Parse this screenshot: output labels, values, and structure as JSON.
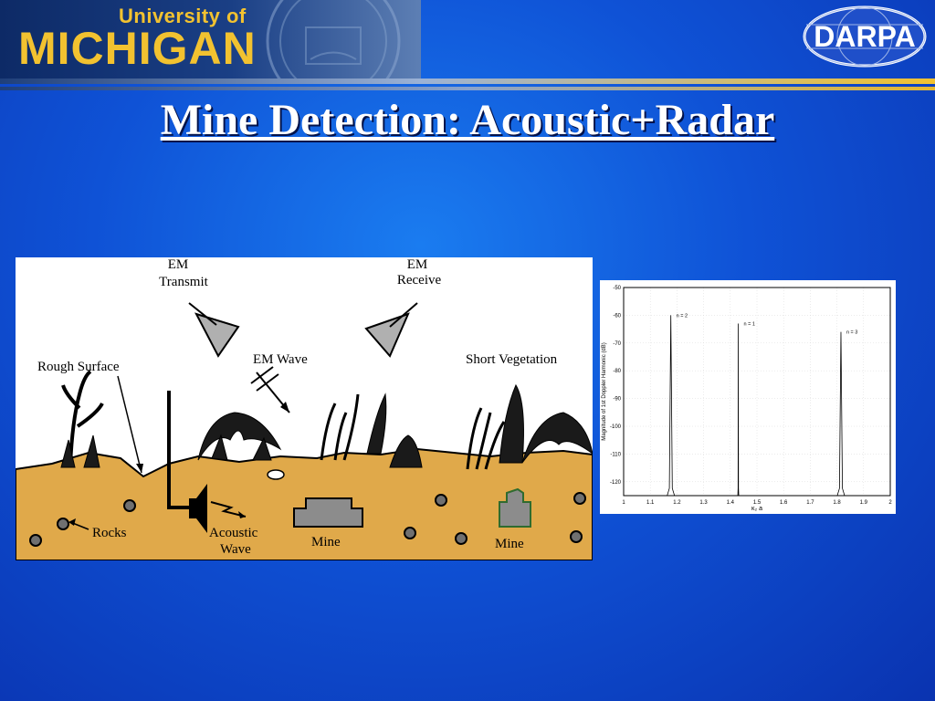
{
  "header": {
    "university_small": "University of",
    "university_big": "MICHIGAN",
    "darpa_logo": "DARPA"
  },
  "slide": {
    "title": "Mine Detection: Acoustic+Radar"
  },
  "scene": {
    "labels": {
      "em_transmit_1": "EM",
      "em_transmit_2": "Transmit",
      "em_receive_1": "EM",
      "em_receive_2": "Receive",
      "em_wave": "EM Wave",
      "rough_surface": "Rough Surface",
      "short_vegetation": "Short Vegetation",
      "rocks": "Rocks",
      "acoustic_1": "Acoustic",
      "acoustic_2": "Wave",
      "mine_left": "Mine",
      "mine_right": "Mine"
    },
    "colors": {
      "soil": "#e0a94a",
      "mine": "#8c8c8c",
      "rock": "#707070"
    }
  },
  "chart_data": {
    "type": "line",
    "ylabel": "Magnitude of 1st Doppler Harmonic (dB)",
    "xlabel": "κ₂ a",
    "xlim": [
      1,
      2
    ],
    "ylim": [
      -125,
      -50
    ],
    "x_ticks": [
      "1",
      "1.1",
      "1.2",
      "1.3",
      "1.4",
      "1.5",
      "1.6",
      "1.7",
      "1.8",
      "1.9",
      "2"
    ],
    "y_ticks": [
      "-50",
      "-60",
      "-70",
      "-80",
      "-90",
      "-100",
      "-110",
      "-120"
    ],
    "grid": true,
    "baseline": -125,
    "peaks": [
      {
        "label": "n = 2",
        "x": 1.177,
        "y": -60
      },
      {
        "label": "n = 1",
        "x": 1.43,
        "y": -63
      },
      {
        "label": "n = 3",
        "x": 1.815,
        "y": -66
      }
    ]
  }
}
